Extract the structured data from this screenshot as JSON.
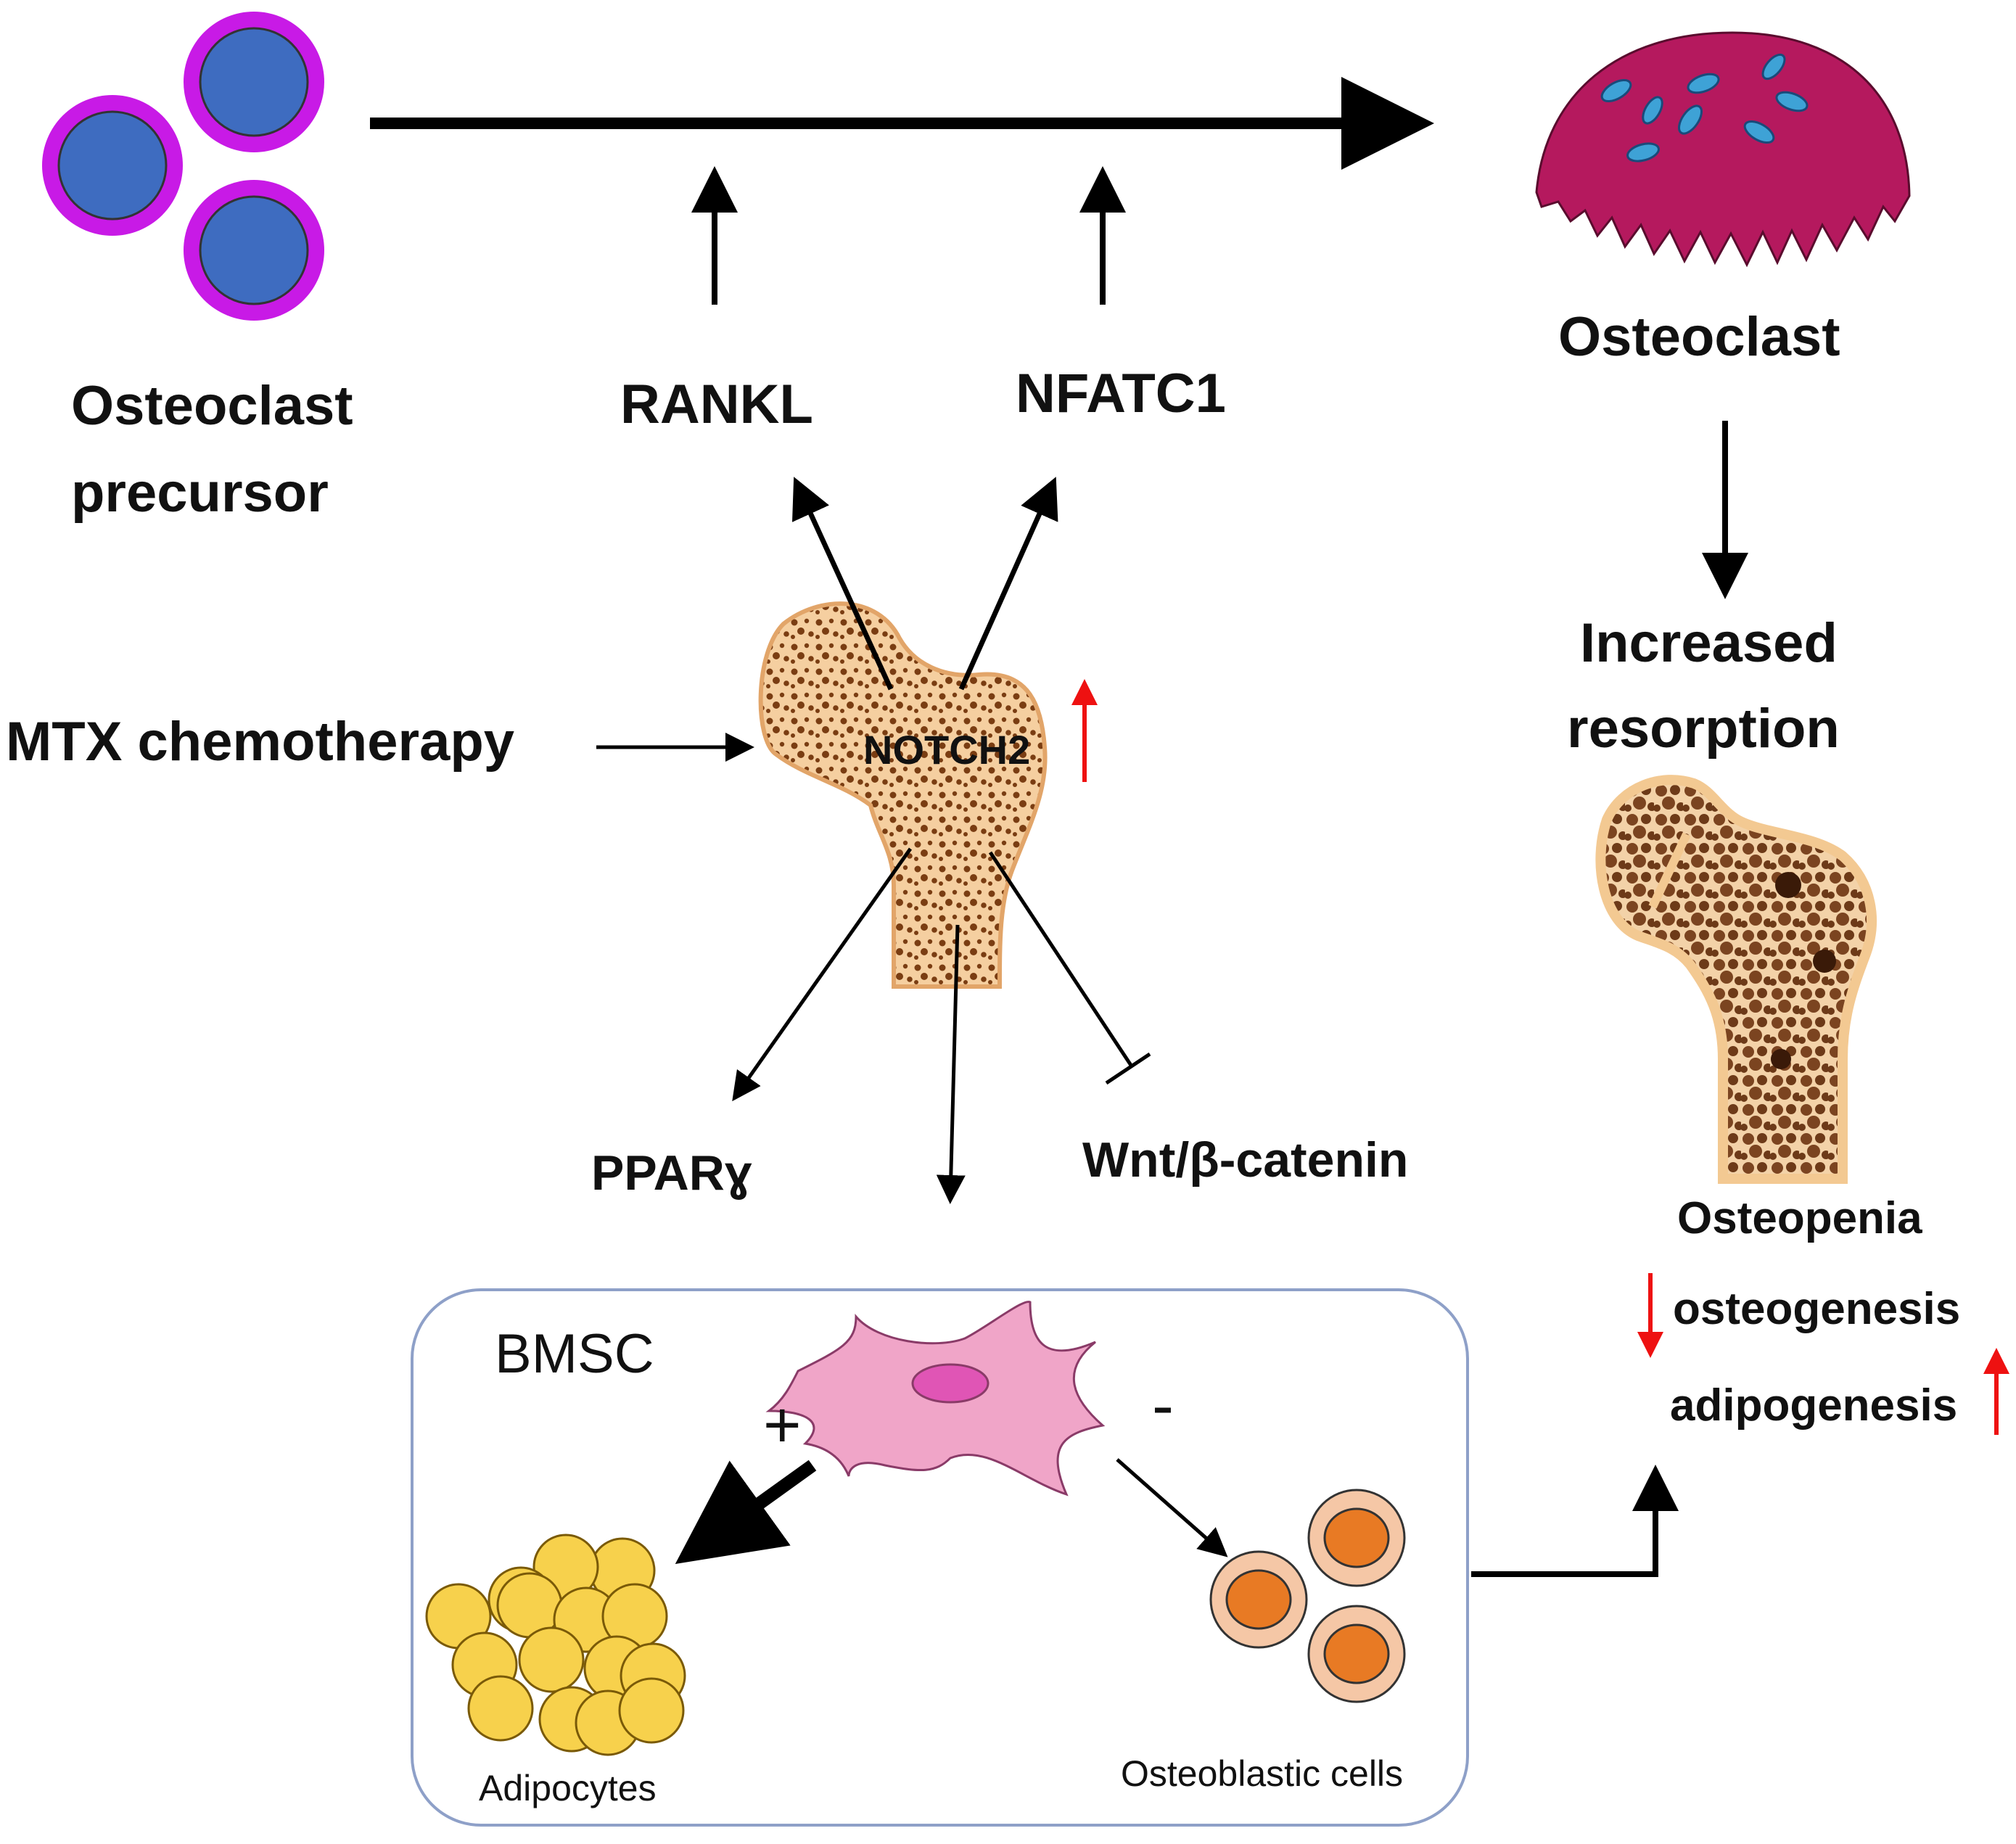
{
  "labels": {
    "precursor_line1": "Osteoclast",
    "precursor_line2": "precursor",
    "rankl": "RANKL",
    "nfatc1": "NFATC1",
    "osteoclast": "Osteoclast",
    "mtx": "MTX chemotherapy",
    "notch2": "NOTCH2",
    "resorption_line1": "Increased",
    "resorption_line2": "resorption",
    "ppar": "PPARɣ",
    "wnt": "Wnt/β-catenin",
    "bmsc": "BMSC",
    "plus": "+",
    "minus": "-",
    "adipocytes": "Adipocytes",
    "osteoblastic": "Osteoblastic cells",
    "osteopenia": "Osteopenia",
    "osteogenesis": "osteogenesis",
    "adipogenesis": "adipogenesis"
  },
  "colors": {
    "precursor_ring": "#c81ae6",
    "precursor_nucleus": "#3e6cc0",
    "osteoclast_body": "#b5195e",
    "bone_fill": "#f5cfa0",
    "bone_pore": "#7a3d12",
    "porous_bone_fill": "#8b5026",
    "red_arrow": "#ee1111",
    "bmsc_cell": "#f0a5c8",
    "bmsc_nucleus": "#e055b5",
    "adipocyte": "#f7d14c",
    "osteoblast_outer": "#f5c7a6",
    "osteoblast_inner": "#e87a24",
    "bmsc_box_border": "#8ea0c8"
  }
}
